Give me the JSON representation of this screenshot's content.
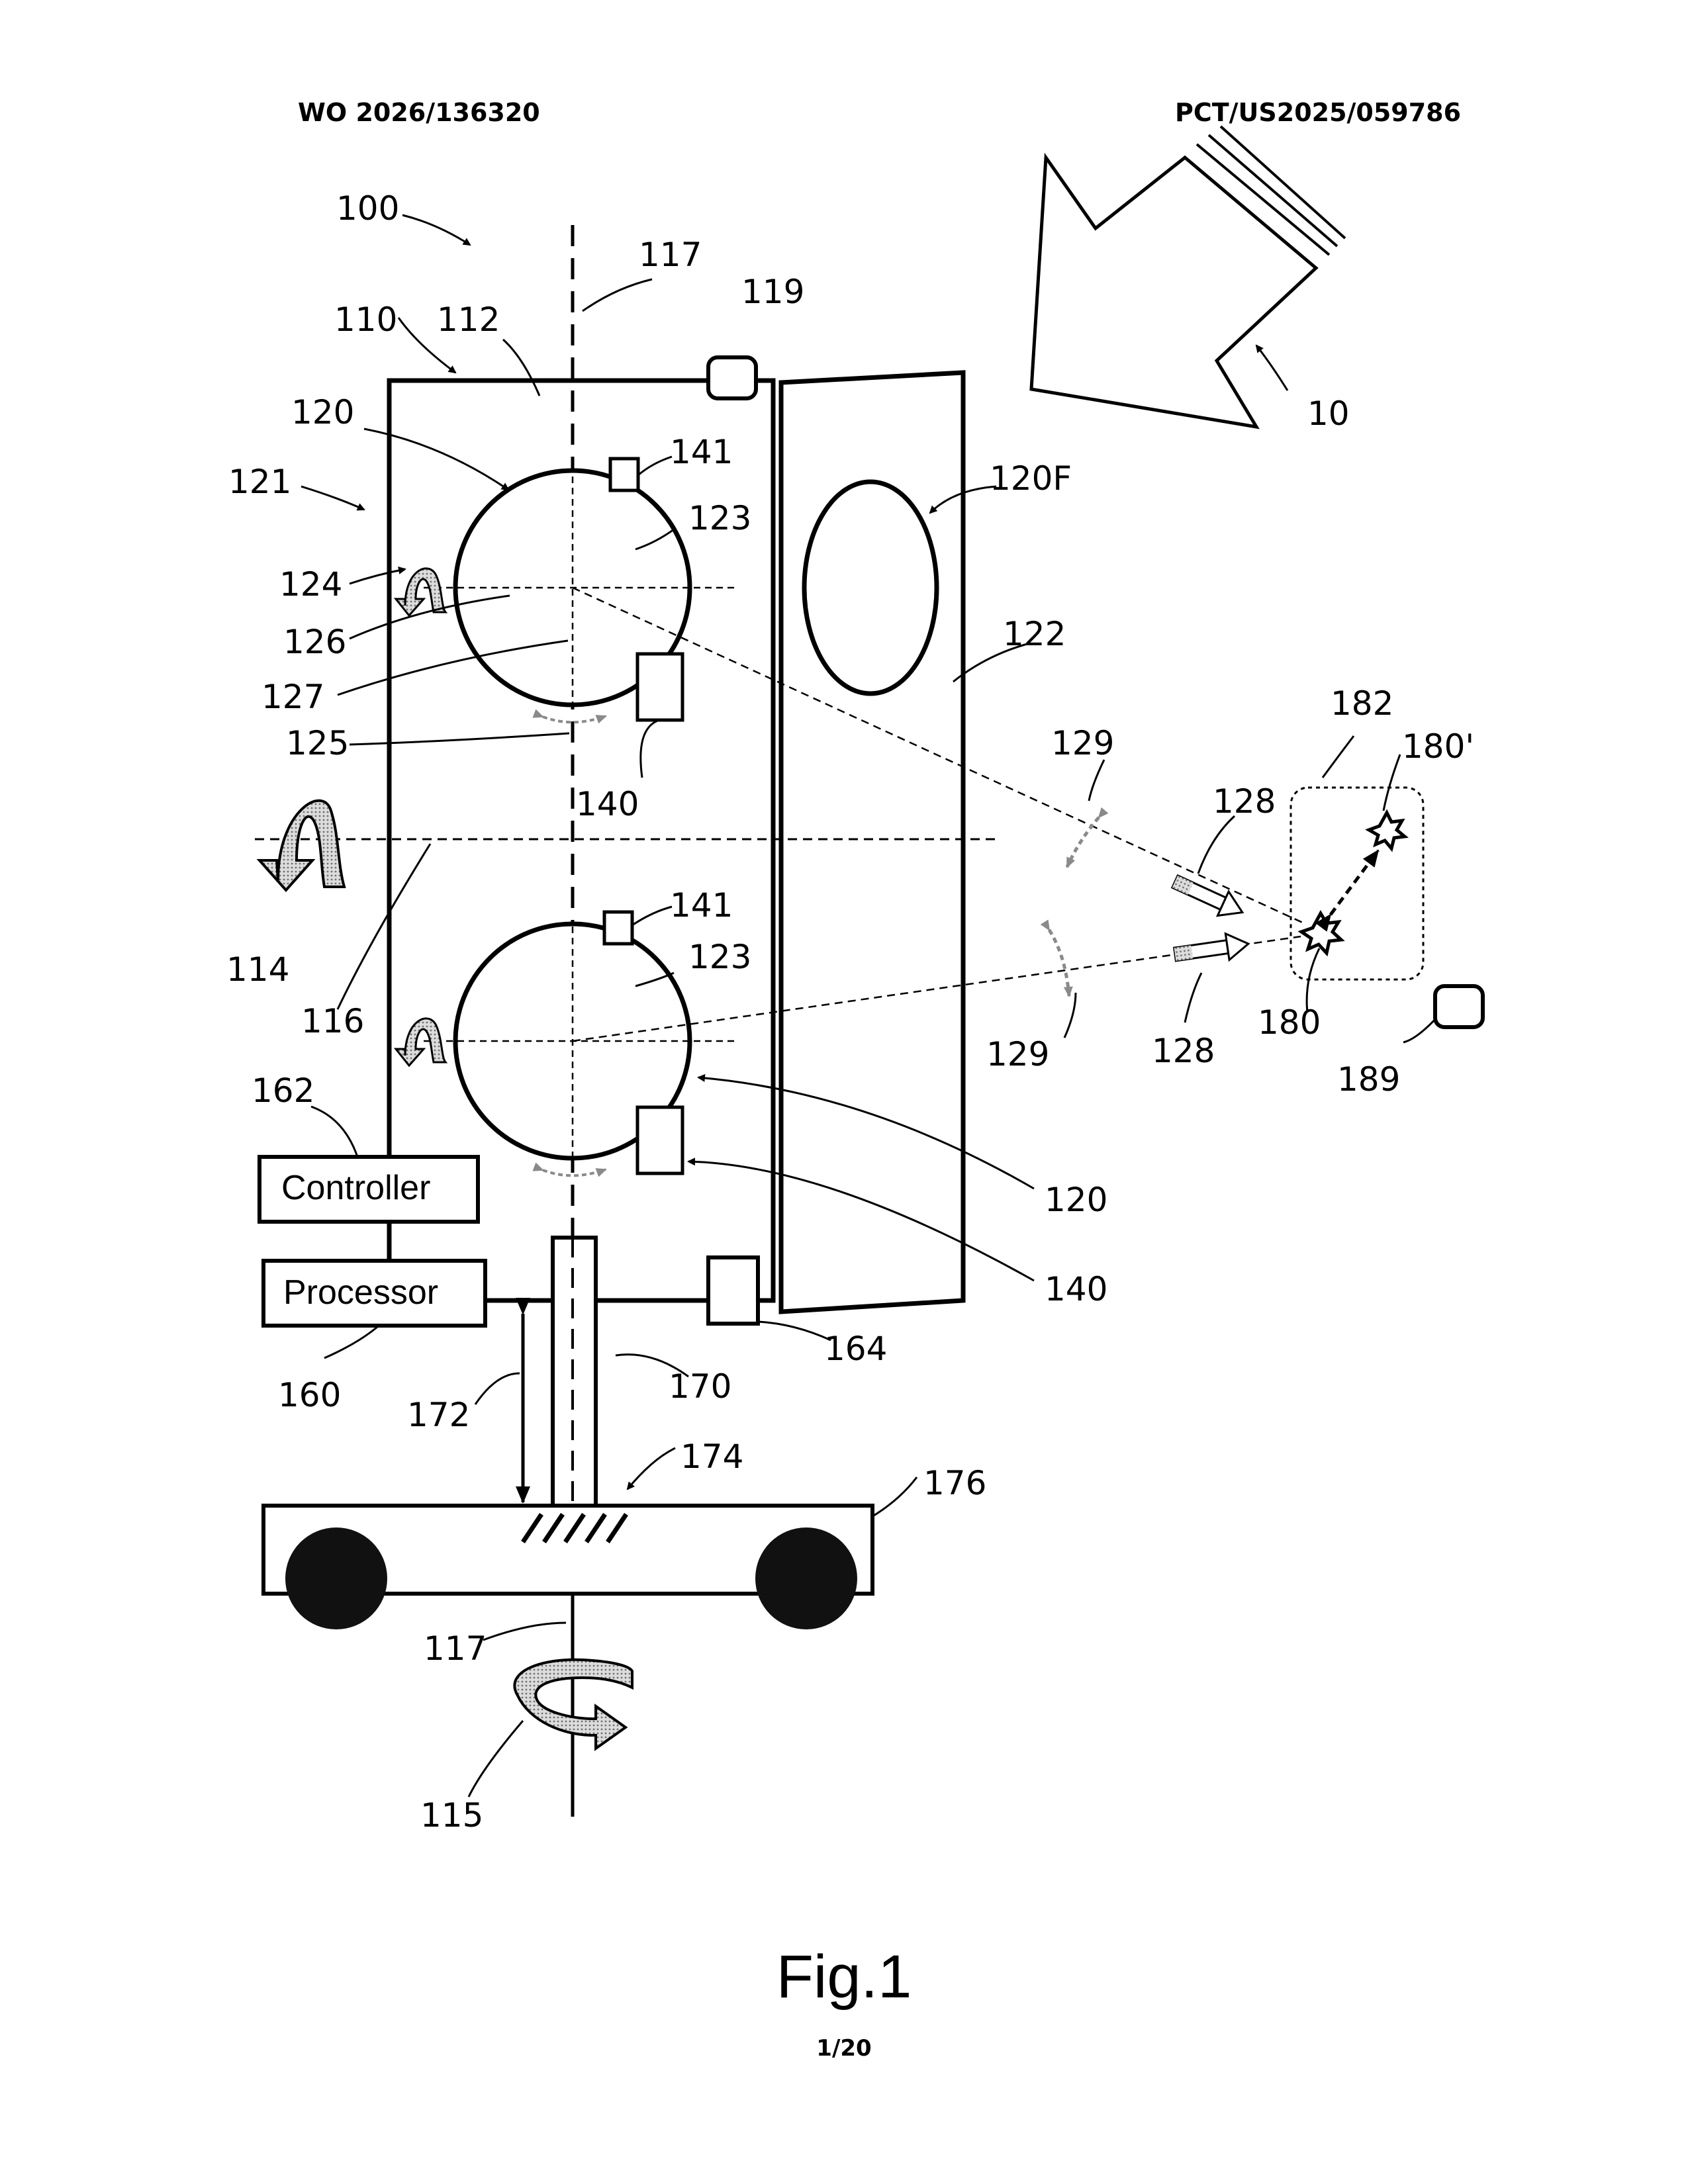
{
  "header": {
    "publication_number": "WO 2026/136320",
    "application_number": "PCT/US2025/059786"
  },
  "figure": {
    "caption": "Fig.1",
    "page": "1/20"
  },
  "components": {
    "controller": "Controller",
    "processor": "Processor"
  },
  "labels": {
    "l100": "100",
    "l117_top": "117",
    "l119": "119",
    "l110": "110",
    "l112": "112",
    "l10": "10",
    "l120_top": "120",
    "l141_top": "141",
    "l120F": "120F",
    "l121": "121",
    "l123_top": "123",
    "l124": "124",
    "l126": "126",
    "l122": "122",
    "l127": "127",
    "l182": "182",
    "l125": "125",
    "l180p": "180'",
    "l129_top": "129",
    "l140_top": "140",
    "l128_top": "128",
    "l141_bot": "141",
    "l123_bot": "123",
    "l114": "114",
    "l116": "116",
    "l180": "180",
    "l129_bot": "129",
    "l128_bot": "128",
    "l189": "189",
    "l162": "162",
    "l120_bot": "120",
    "l140_bot": "140",
    "l164": "164",
    "l160": "160",
    "l170": "170",
    "l172": "172",
    "l174": "174",
    "l176": "176",
    "l117_bot": "117",
    "l115": "115"
  }
}
